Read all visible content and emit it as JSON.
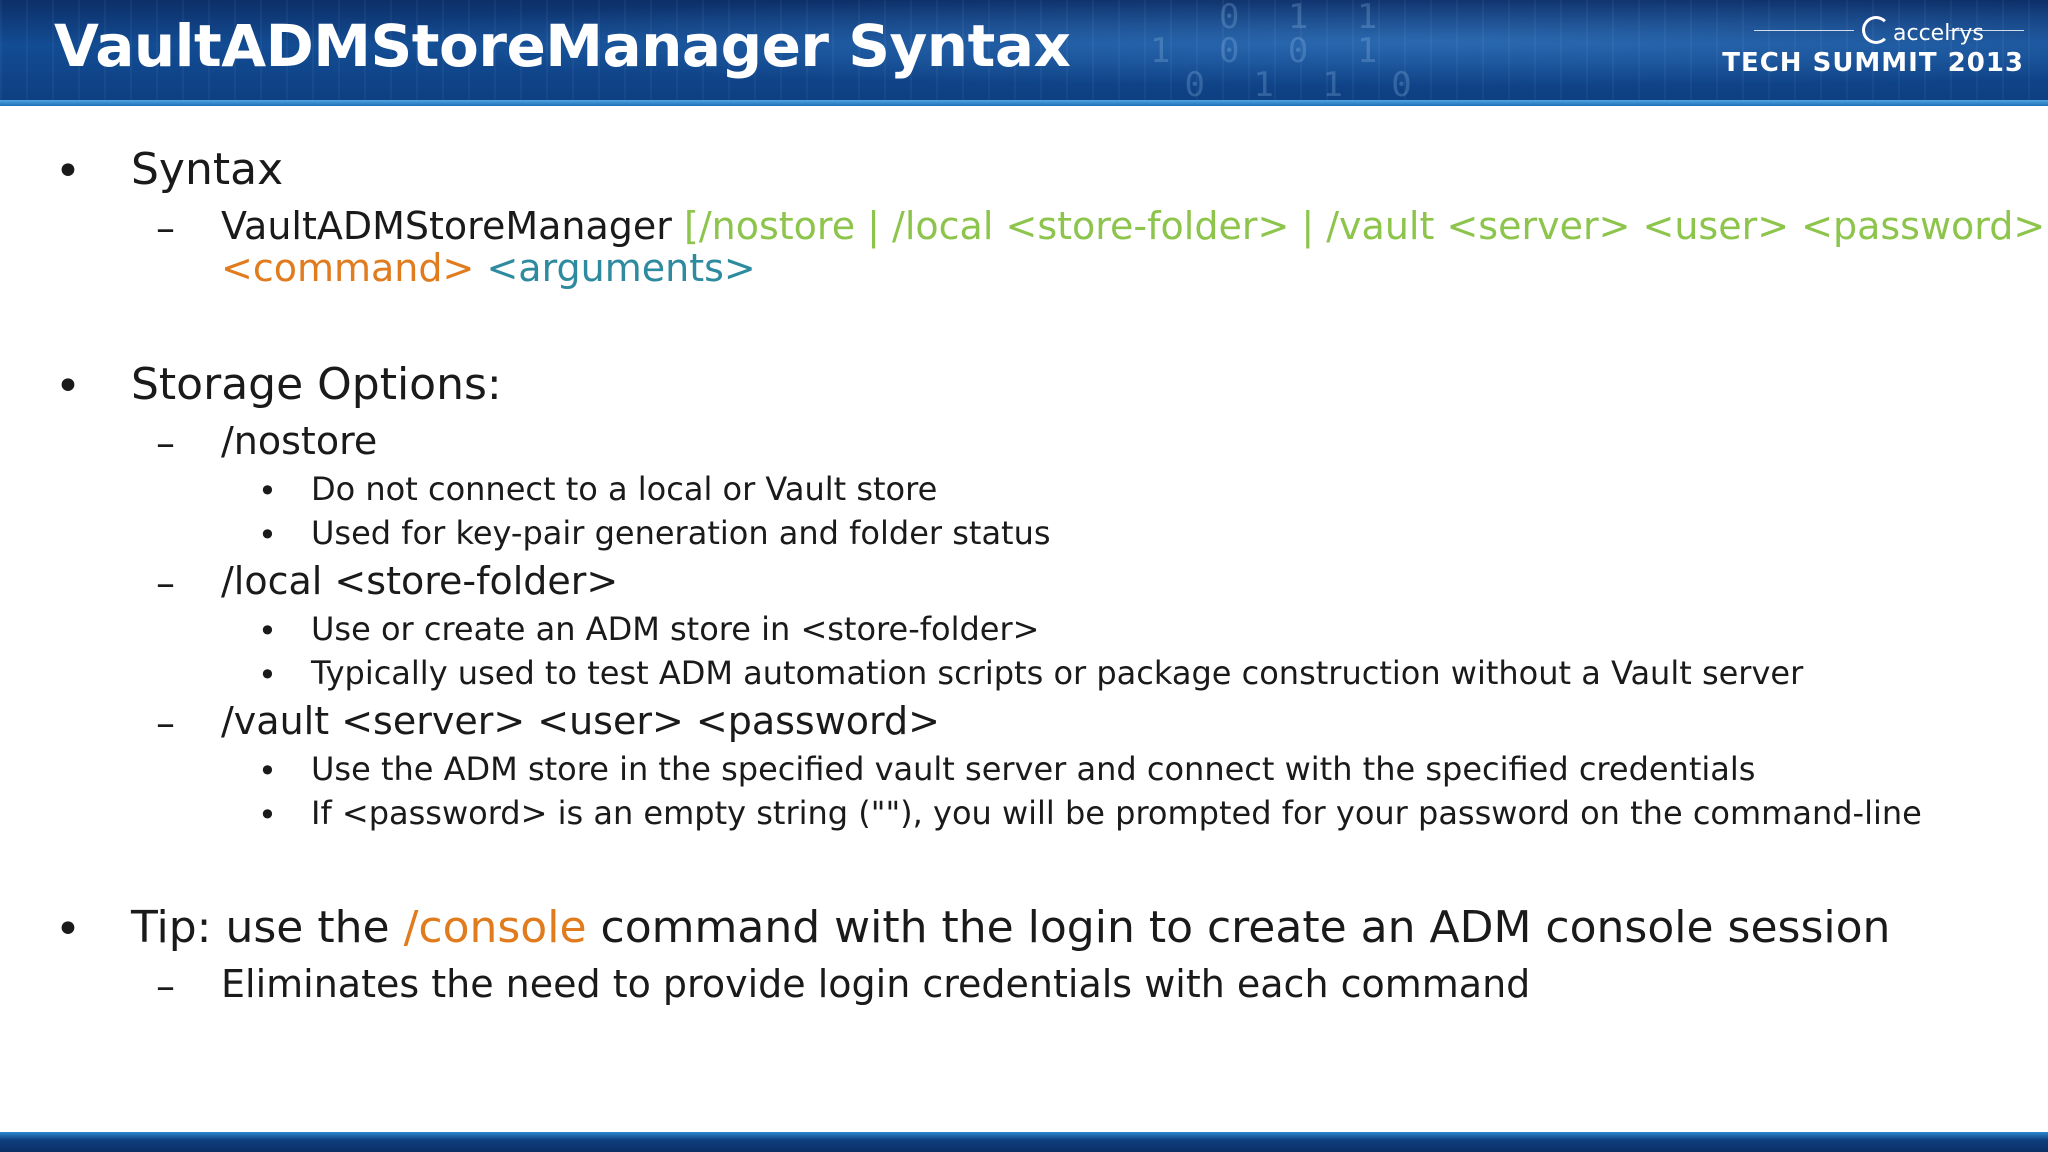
{
  "slide": {
    "title": "VaultADMStoreManager Syntax",
    "logo": {
      "brand": "accelrys",
      "event": "TECH SUMMIT 2013"
    },
    "colors": {
      "header": "#124c93",
      "green": "#8dc44c",
      "orange": "#e07b1e",
      "teal": "#2e8a9e"
    }
  },
  "markers": {
    "bullet": "•",
    "dash": "–"
  },
  "syntax": {
    "heading": "Syntax",
    "cmd": "VaultADMStoreManager",
    "options": "[/nostore | /local <store-folder> | /vault <server> <user> <password>]",
    "command": "<command>",
    "arguments": "<arguments>"
  },
  "storage": {
    "heading": "Storage Options:",
    "nostore": {
      "label": "/nostore",
      "items": [
        "Do not connect to a local or Vault store",
        "Used for key-pair generation and folder status"
      ]
    },
    "local": {
      "label": "/local <store-folder>",
      "items": [
        "Use or create an ADM store in <store-folder>",
        "Typically used to test ADM automation scripts or package construction without a Vault server"
      ]
    },
    "vault": {
      "label": "/vault <server> <user> <password>",
      "items": [
        "Use the ADM store in the specified vault server and connect with the specified credentials",
        "If <password> is an empty string (\"\"), you will be prompted for your password on the command-line"
      ]
    }
  },
  "tip": {
    "prefix": "Tip: use the ",
    "highlight": "/console",
    "suffix": " command with the login to create an ADM console session",
    "sub": "Eliminates the need to provide login credentials with each command"
  }
}
